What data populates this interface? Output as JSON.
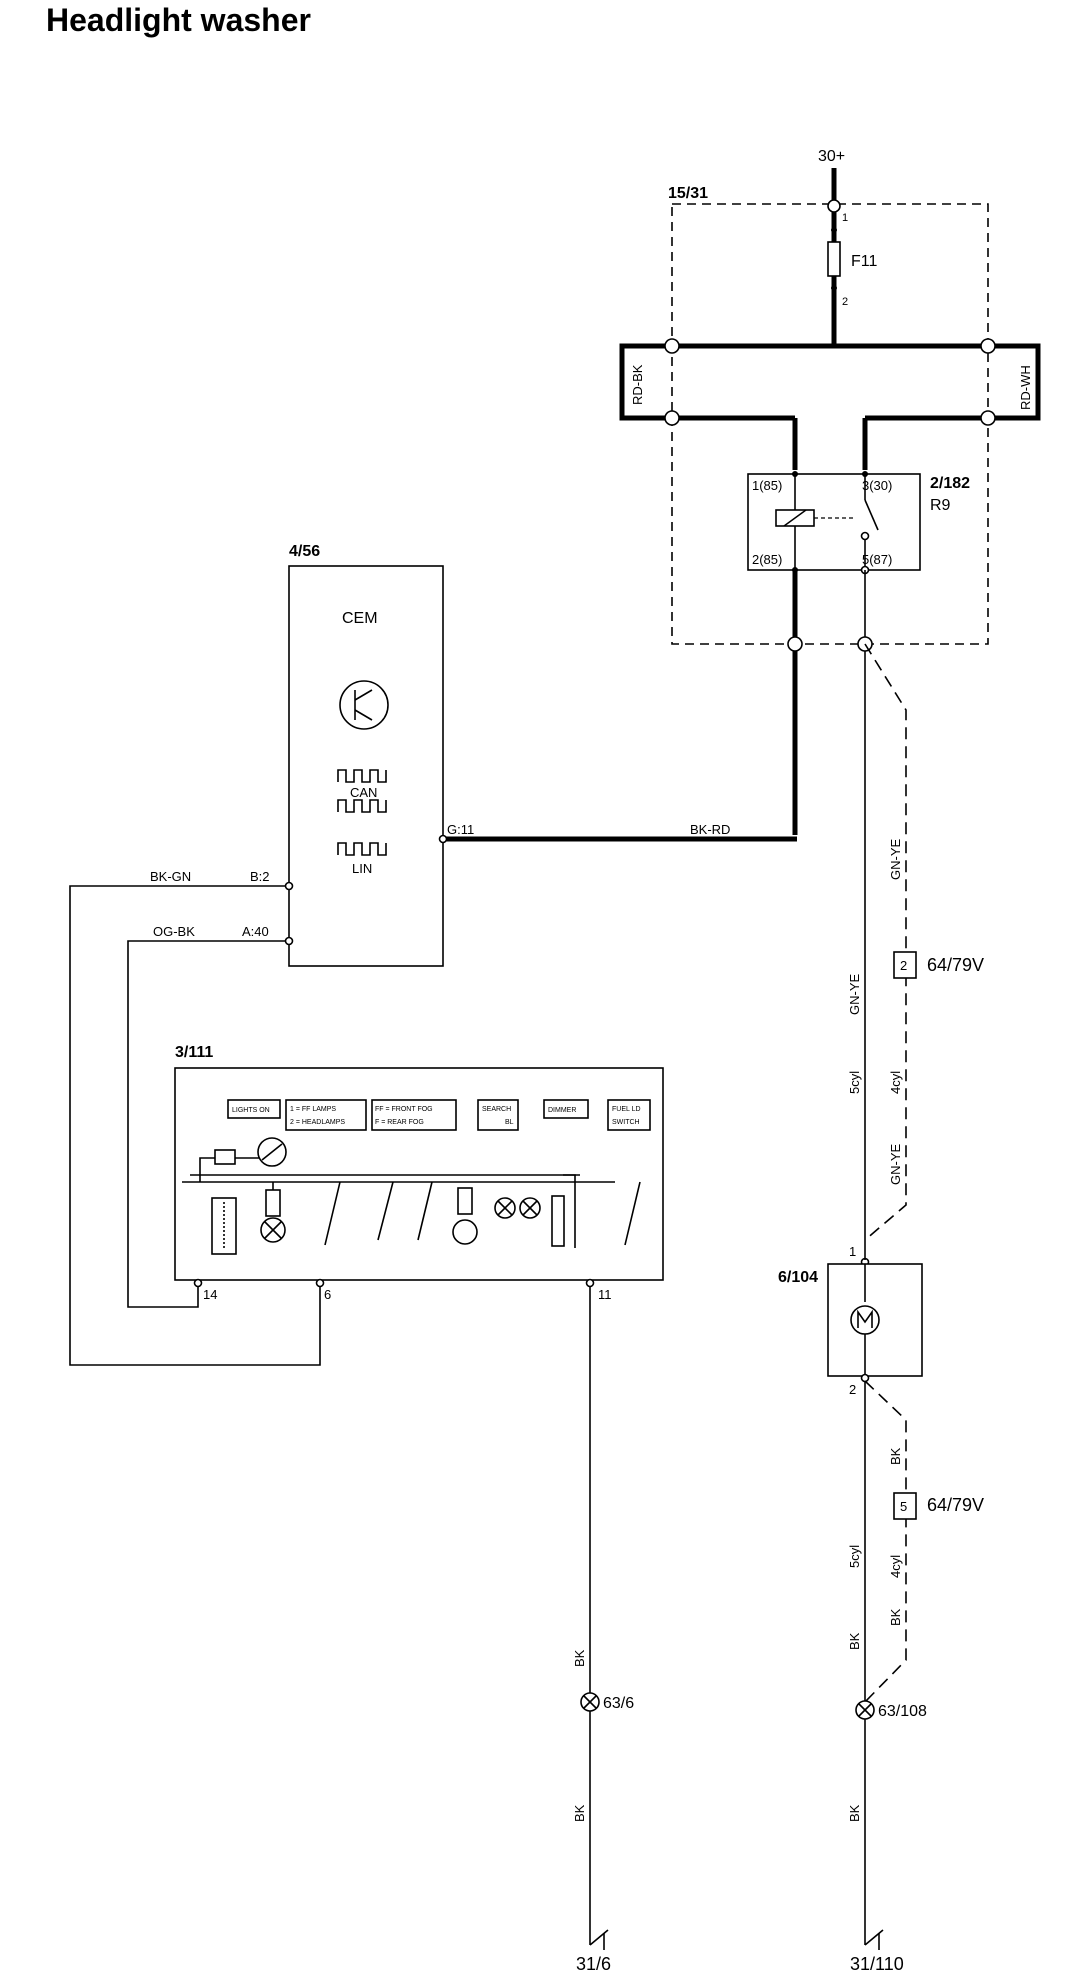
{
  "title": "Headlight washer",
  "supply": "30+",
  "fuse_box": {
    "id": "15/31",
    "fuse": "F11",
    "pin_in": "1",
    "pin_out": "2",
    "wire_left": "RD-BK",
    "wire_right": "RD-WH"
  },
  "relay": {
    "id": "2/182",
    "name": "R9",
    "pin1": "1(85)",
    "pin2": "2(85)",
    "pin3": "3(30)",
    "pin5": "5(87)"
  },
  "cem": {
    "id": "4/56",
    "name": "CEM",
    "can": "CAN",
    "lin": "LIN",
    "pin_g": "G:11",
    "pin_b": "B:2",
    "pin_a": "A:40",
    "wire_g": "BK-RD",
    "wire_b": "BK-GN",
    "wire_a": "OG-BK"
  },
  "switch_module": {
    "id": "3/111",
    "labels": [
      "LIGHTS ON",
      "1 = FF LAMPS",
      "FF = FRONT FOG",
      "SEARCH",
      "DIMMER",
      "FUEL LD"
    ],
    "labels2": [
      "2 = HEADLAMPS",
      "F = REAR FOG",
      "BL",
      "SWITCH"
    ],
    "pin14": "14",
    "pin6": "6",
    "pin11": "11"
  },
  "motor": {
    "id": "6/104",
    "pin1": "1",
    "pin2": "2"
  },
  "connector_1": {
    "id": "64/79V",
    "pin": "2"
  },
  "connector_2": {
    "id": "64/79V",
    "pin": "5"
  },
  "wires": {
    "gnye": "GN-YE",
    "bk": "BK",
    "cyl5": "5cyl",
    "cyl4": "4cyl"
  },
  "ground_points": {
    "left": "63/6",
    "right": "63/108"
  },
  "grounds": {
    "left": "31/6",
    "right": "31/110"
  },
  "chart_data": {
    "type": "table",
    "title": "Headlight washer",
    "components": [
      "15/31",
      "F11",
      "2/182",
      "R9",
      "4/56",
      "CEM",
      "3/111",
      "6/104",
      "64/79V",
      "63/6",
      "63/108",
      "31/6",
      "31/110"
    ]
  }
}
